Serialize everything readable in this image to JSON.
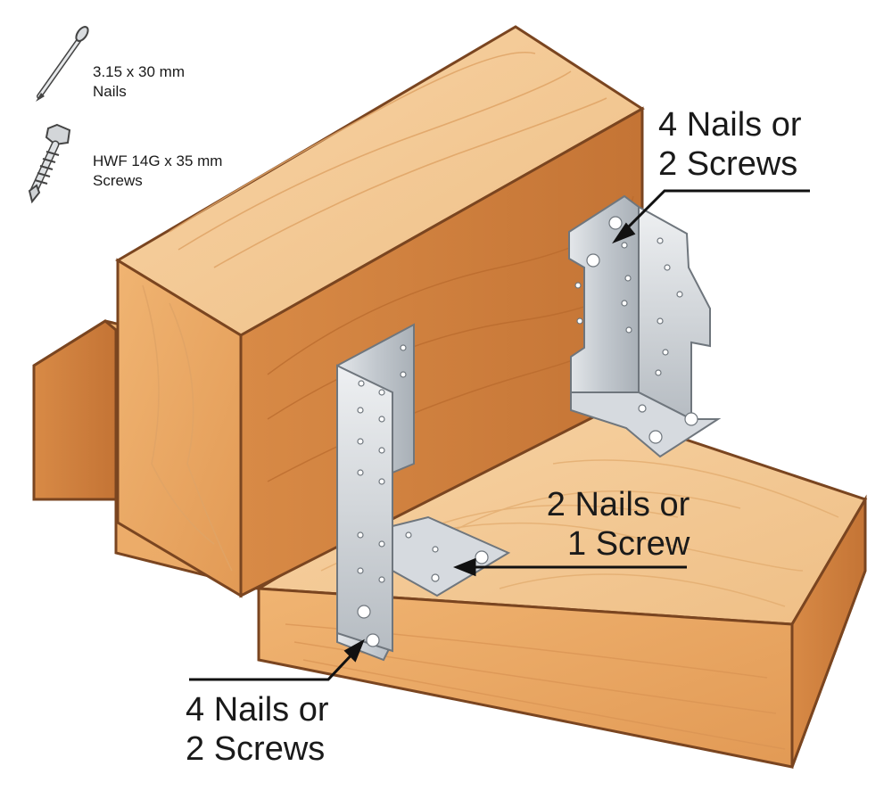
{
  "legend": {
    "nail": {
      "line1": "3.15 x 30 mm",
      "line2": "Nails"
    },
    "screw": {
      "line1": "HWF 14G x 35 mm",
      "line2": "Screws"
    }
  },
  "callouts": {
    "top_right": {
      "line1": "4 Nails or",
      "line2": "2 Screws"
    },
    "middle": {
      "line1": "2 Nails or",
      "line2": "1 Screw"
    },
    "bottom_left": {
      "line1": "4 Nails or",
      "line2": "2 Screws"
    }
  },
  "colors": {
    "timber_top": "#f2c48e",
    "timber_front": "#e8a766",
    "timber_side": "#c9793e",
    "timber_outline": "#7a4520",
    "steel": "#c9ced4",
    "steel_dark": "#9aa1a8",
    "text": "#1a1a1a"
  },
  "icons": [
    "nail-icon",
    "screw-icon",
    "joist-hanger-bracket-icon"
  ]
}
